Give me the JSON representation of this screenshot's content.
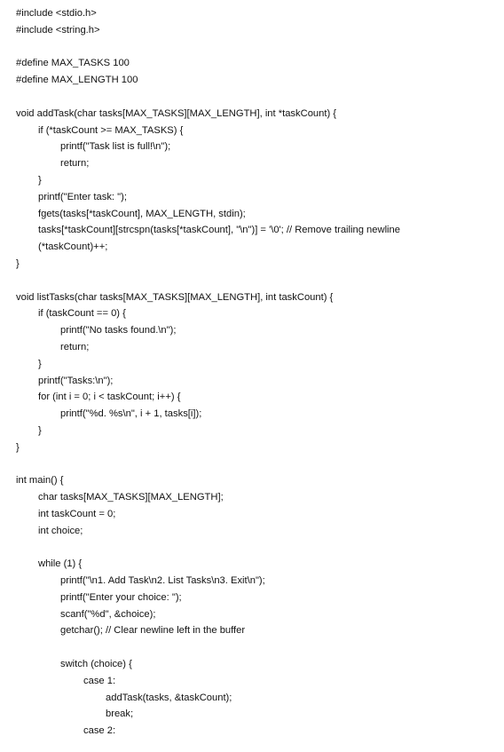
{
  "code_lines": [
    {
      "indent": 0,
      "text": "#include <stdio.h>"
    },
    {
      "indent": 0,
      "text": "#include <string.h>"
    },
    {
      "indent": 0,
      "text": ""
    },
    {
      "indent": 0,
      "text": "#define MAX_TASKS 100"
    },
    {
      "indent": 0,
      "text": "#define MAX_LENGTH 100"
    },
    {
      "indent": 0,
      "text": ""
    },
    {
      "indent": 0,
      "text": "void addTask(char tasks[MAX_TASKS][MAX_LENGTH], int *taskCount) {"
    },
    {
      "indent": 1,
      "text": "if (*taskCount >= MAX_TASKS) {"
    },
    {
      "indent": 2,
      "text": "printf(\"Task list is full!\\n\");"
    },
    {
      "indent": 2,
      "text": "return;"
    },
    {
      "indent": 1,
      "text": "}"
    },
    {
      "indent": 1,
      "text": "printf(\"Enter task: \");"
    },
    {
      "indent": 1,
      "text": "fgets(tasks[*taskCount], MAX_LENGTH, stdin);"
    },
    {
      "indent": 1,
      "text": "tasks[*taskCount][strcspn(tasks[*taskCount], \"\\n\")] = '\\0'; // Remove trailing newline"
    },
    {
      "indent": 1,
      "text": "(*taskCount)++;"
    },
    {
      "indent": 0,
      "text": "}"
    },
    {
      "indent": 0,
      "text": ""
    },
    {
      "indent": 0,
      "text": "void listTasks(char tasks[MAX_TASKS][MAX_LENGTH], int taskCount) {"
    },
    {
      "indent": 1,
      "text": "if (taskCount == 0) {"
    },
    {
      "indent": 2,
      "text": "printf(\"No tasks found.\\n\");"
    },
    {
      "indent": 2,
      "text": "return;"
    },
    {
      "indent": 1,
      "text": "}"
    },
    {
      "indent": 1,
      "text": "printf(\"Tasks:\\n\");"
    },
    {
      "indent": 1,
      "text": "for (int i = 0; i < taskCount; i++) {"
    },
    {
      "indent": 2,
      "text": "printf(\"%d. %s\\n\", i + 1, tasks[i]);"
    },
    {
      "indent": 1,
      "text": "}"
    },
    {
      "indent": 0,
      "text": "}"
    },
    {
      "indent": 0,
      "text": ""
    },
    {
      "indent": 0,
      "text": "int main() {"
    },
    {
      "indent": 1,
      "text": "char tasks[MAX_TASKS][MAX_LENGTH];"
    },
    {
      "indent": 1,
      "text": "int taskCount = 0;"
    },
    {
      "indent": 1,
      "text": "int choice;"
    },
    {
      "indent": 0,
      "text": ""
    },
    {
      "indent": 1,
      "text": "while (1) {"
    },
    {
      "indent": 2,
      "text": "printf(\"\\n1. Add Task\\n2. List Tasks\\n3. Exit\\n\");"
    },
    {
      "indent": 2,
      "text": "printf(\"Enter your choice: \");"
    },
    {
      "indent": 2,
      "text": "scanf(\"%d\", &choice);"
    },
    {
      "indent": 2,
      "text": "getchar(); // Clear newline left in the buffer"
    },
    {
      "indent": 0,
      "text": ""
    },
    {
      "indent": 2,
      "text": "switch (choice) {"
    },
    {
      "indent": 3,
      "text": "case 1:"
    },
    {
      "indent": 4,
      "text": "addTask(tasks, &taskCount);"
    },
    {
      "indent": 4,
      "text": "break;"
    },
    {
      "indent": 3,
      "text": "case 2:"
    }
  ]
}
